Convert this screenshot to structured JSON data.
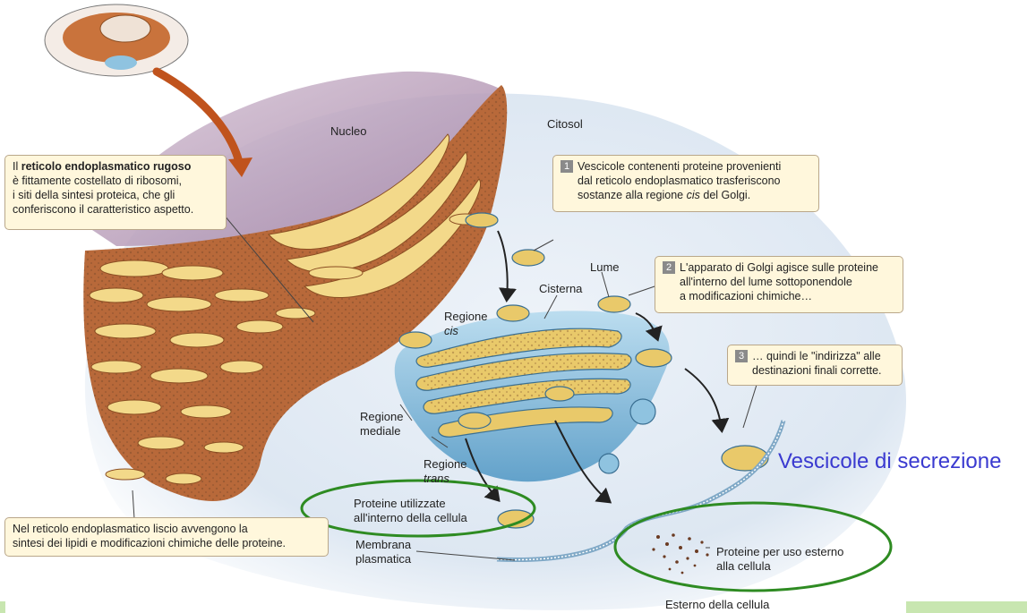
{
  "labels": {
    "nucleo": "Nucleo",
    "citosol": "Citosol",
    "lume": "Lume",
    "cisterna": "Cisterna",
    "regione_cis_1": "Regione",
    "regione_cis_2": "cis",
    "regione_mediale_1": "Regione",
    "regione_mediale_2": "mediale",
    "regione_trans_1": "Regione",
    "regione_trans_2": "trans",
    "proteine_interne_1": "Proteine utilizzate",
    "proteine_interne_2": "all'interno della cellula",
    "membrana_1": "Membrana",
    "membrana_2": "plasmatica",
    "proteine_esterne_1": "Proteine per uso esterno",
    "proteine_esterne_2": "alla cellula",
    "esterno": "Esterno della cellula",
    "vescicole_secrezione": "Vescicole di secrezione"
  },
  "callouts": {
    "rer": {
      "bold": "reticolo endoplasmatico rugoso",
      "pre": "Il ",
      "rest_1": "è fittamente costellato di ribosomi,",
      "rest_2": "i siti della sintesi proteica, che gli",
      "rest_3": "conferiscono il caratteristico aspetto."
    },
    "ser": {
      "line_1": "Nel reticolo endoplasmatico liscio avvengono la",
      "line_2": "sintesi dei lipidi e modificazioni chimiche delle proteine."
    },
    "step1": {
      "number": "1",
      "line_1": "Vescicole contenenti proteine provenienti",
      "line_2": "dal reticolo endoplasmatico trasferiscono",
      "line_3_pre": "sostanze alla regione ",
      "line_3_it": "cis",
      "line_3_post": " del Golgi."
    },
    "step2": {
      "number": "2",
      "line_1": "L'apparato di Golgi agisce sulle proteine",
      "line_2": "all'interno del lume sottoponendole",
      "line_3": "a modificazioni chimiche…"
    },
    "step3": {
      "number": "3",
      "line_1": "… quindi le \"indirizza\" alle",
      "line_2": "destinazioni finali corrette."
    }
  },
  "colors": {
    "er_brown": "#b8693a",
    "er_lumen": "#f3d98a",
    "golgi_blue": "#8fc3e0",
    "nucleus_purple": "#a98aa8",
    "cytosol": "#dfe9f3",
    "highlight_green": "#2e8b22",
    "secretion_label": "#3a3ad0",
    "callout_bg": "#fff7dc"
  }
}
